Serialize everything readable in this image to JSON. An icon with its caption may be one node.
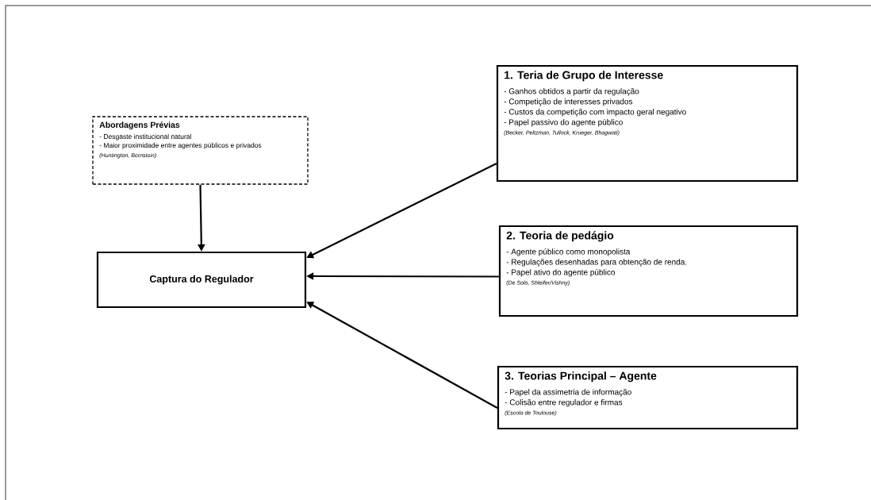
{
  "diagram": {
    "nodes": [
      {
        "text": [
          "Abordagens Prévias",
          "- Desgaste institucional natural",
          "- Maior proximidade entre agentes públicos e privados",
          "(Huntington, Bernstein)"
        ]
      },
      {
        "text": [
          "Captura do Regulador"
        ]
      },
      {
        "text": [
          "1. Teria de Grupo de Interesse",
          "- Ganhos obtidos a partir da regulação",
          "- Competição de interesses privados",
          "- Custos da competição com impacto geral negativo",
          "- Papel passivo do agente público",
          "(Becker, Peltzman, Tullock, Krueger, Bhagwati)"
        ]
      },
      {
        "text": [
          "2. Teoria de pedágio",
          "- Agente público como monopolista",
          "- Regulações desenhadas para obtenção de renda.",
          "- Papel ativo do agente público",
          "(De Solo, Shleifer/Vishny)"
        ]
      },
      {
        "text": [
          "3. Teorias Principal – Agente",
          "- Papel da assimetria de informação",
          "- Colisão entre regulador e firmas",
          "(Escola de Toulouse)"
        ]
      }
    ],
    "edges": [
      {
        "from": 0,
        "to": 1,
        "arrow": "to"
      },
      {
        "from": 2,
        "to": 1,
        "arrow": "to"
      },
      {
        "from": 3,
        "to": 1,
        "arrow": "to"
      },
      {
        "from": 4,
        "to": 1,
        "arrow": "to"
      }
    ]
  }
}
